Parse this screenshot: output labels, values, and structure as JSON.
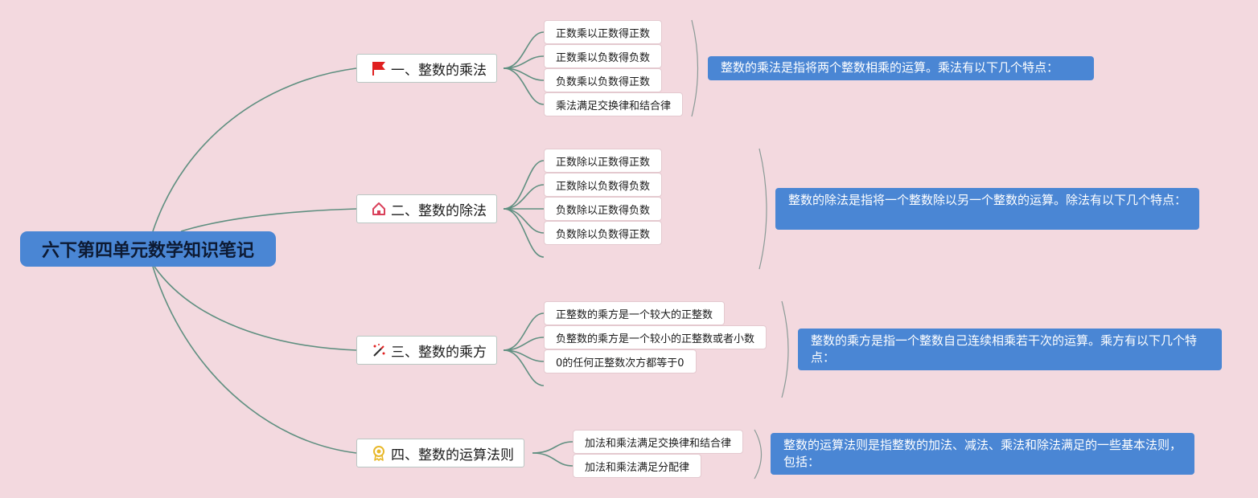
{
  "root": {
    "title": "六下第四单元数学知识笔记"
  },
  "branches": [
    {
      "label": "一、整数的乘法",
      "icon": "red-flag-icon",
      "leaves": [
        "正数乘以正数得正数",
        "正数乘以负数得负数",
        "负数乘以负数得正数",
        "乘法满足交换律和结合律"
      ],
      "note": "整数的乘法是指将两个整数相乘的运算。乘法有以下几个特点："
    },
    {
      "label": "二、整数的除法",
      "icon": "house-icon",
      "leaves": [
        "正数除以正数得正数",
        "正数除以负数得负数",
        "负数除以正数得负数",
        "负数除以负数得正数"
      ],
      "note": "整数的除法是指将一个整数除以另一个整数的运算。除法有以下几个特点："
    },
    {
      "label": "三、整数的乘方",
      "icon": "magic-wand-icon",
      "leaves": [
        "正整数的乘方是一个较大的正整数",
        "负整数的乘方是一个较小的正整数或者小数",
        "0的任何正整数次方都等于0"
      ],
      "note": "整数的乘方是指一个整数自己连续相乘若干次的运算。乘方有以下几个特点："
    },
    {
      "label": "四、整数的运算法则",
      "icon": "award-ribbon-icon",
      "leaves": [
        "加法和乘法满足交换律和结合律",
        "加法和乘法满足分配律"
      ],
      "note": "整数的运算法则是指整数的加法、减法、乘法和除法满足的一些基本法则，包括："
    }
  ],
  "colors": {
    "background": "#f3d9df",
    "root_fill": "#4a86d4",
    "note_fill": "#4a86d4",
    "connector": "#5f8f80",
    "flag_red": "#e02020",
    "house_red": "#d9405a",
    "award_gold": "#e8b82a"
  }
}
